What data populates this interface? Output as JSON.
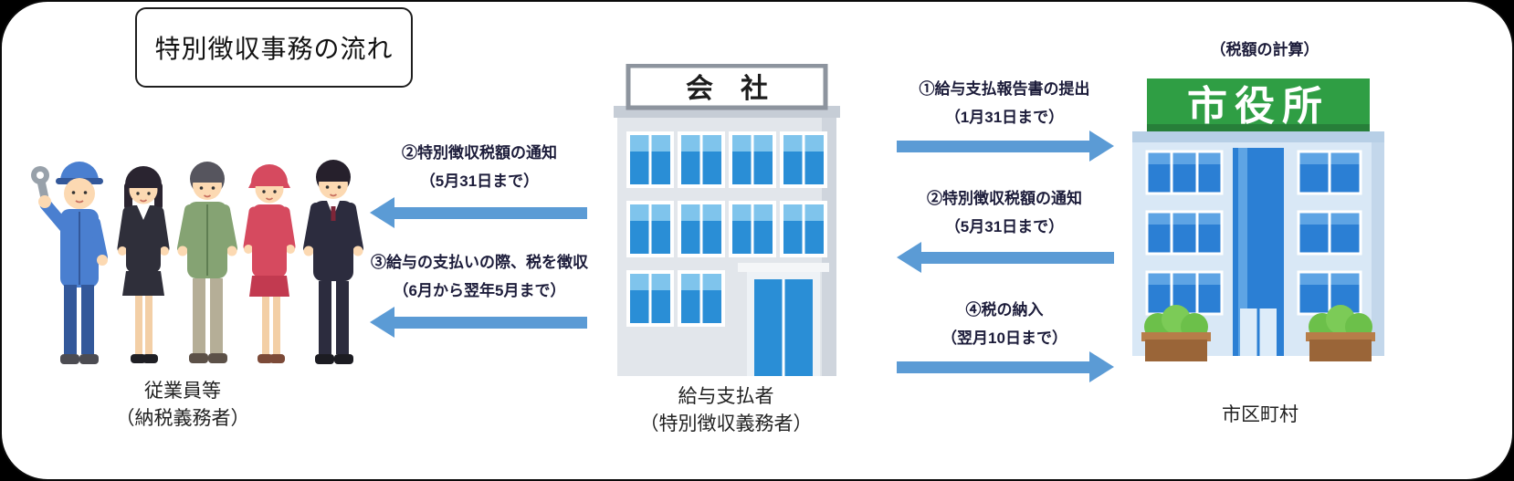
{
  "title": "特別徴収事務の流れ",
  "employees": {
    "caption": "従業員等",
    "subcaption": "（納税義務者）"
  },
  "company": {
    "sign": "会　社",
    "caption": "給与支払者",
    "subcaption": "（特別徴収義務者）"
  },
  "city_hall": {
    "sign": "市役所",
    "caption": "市区町村",
    "corner_note": "（税額の計算）"
  },
  "arrows": {
    "left_top": {
      "label": "②特別徴収税額の通知",
      "period": "（5月31日まで）"
    },
    "left_bottom": {
      "label": "③給与の支払いの際、税を徴収",
      "period": "（6月から翌年5月まで）"
    },
    "right_top": {
      "label": "①給与支払報告書の提出",
      "period": "（1月31日まで）"
    },
    "right_middle": {
      "label": "②特別徴収税額の通知",
      "period": "（5月31日まで）"
    },
    "right_bottom": {
      "label": "④税の納入",
      "period": "（翌月10日まで）"
    }
  },
  "colors": {
    "arrow_blue": "#5b9bd5",
    "sign_green": "#2f9e44",
    "window_blue": "#2a8ed6",
    "label_text": "#1c1c3a"
  }
}
